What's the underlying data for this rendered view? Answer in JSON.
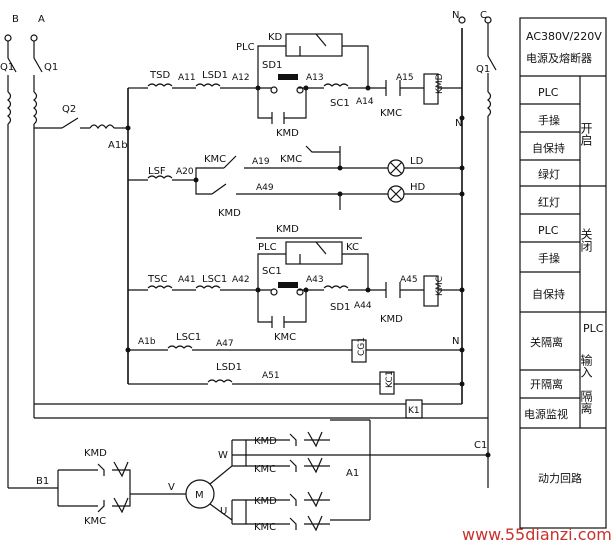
{
  "labels": {
    "B": "B",
    "A": "A",
    "N": "N",
    "C": "C",
    "Q1": "Q1",
    "Q2": "Q2",
    "A1b": "A1b",
    "PLC": "PLC",
    "KD": "KD",
    "TSD": "TSD",
    "A11": "A11",
    "LSD1": "LSD1",
    "SD1": "SD1",
    "A12": "A12",
    "A13": "A13",
    "SC1": "SC1",
    "A14": "A14",
    "KMC": "KMC",
    "A15": "A15",
    "KMD": "KMD",
    "LSF": "LSF",
    "A20": "A20",
    "A19": "A19",
    "LD": "LD",
    "A49": "A49",
    "HD": "HD",
    "KC": "KC",
    "TSC": "TSC",
    "A41": "A41",
    "LSC1": "LSC1",
    "A42": "A42",
    "A43": "A43",
    "A44": "A44",
    "A45": "A45",
    "A47": "A47",
    "A51": "A51",
    "CG1": "CG1",
    "KC1": "KC1",
    "K1": "K1",
    "C1": "C1",
    "W": "W",
    "U": "U",
    "V": "V",
    "M": "M",
    "B1": "B1",
    "A1": "A1"
  },
  "panel": {
    "header": [
      "AC380V/220V",
      "电源及熔断器"
    ],
    "rows": [
      "PLC",
      "手操",
      "自保持",
      "绿灯",
      "红灯",
      "PLC",
      "手操",
      "自保持",
      "关隔离",
      "开隔离",
      "电源监视",
      "动力回路"
    ],
    "group_open": "开启",
    "group_close": "关闭",
    "group_plc_in": [
      "PLC",
      "输入",
      "隔离"
    ]
  },
  "watermark": "www.55dianzi.com"
}
